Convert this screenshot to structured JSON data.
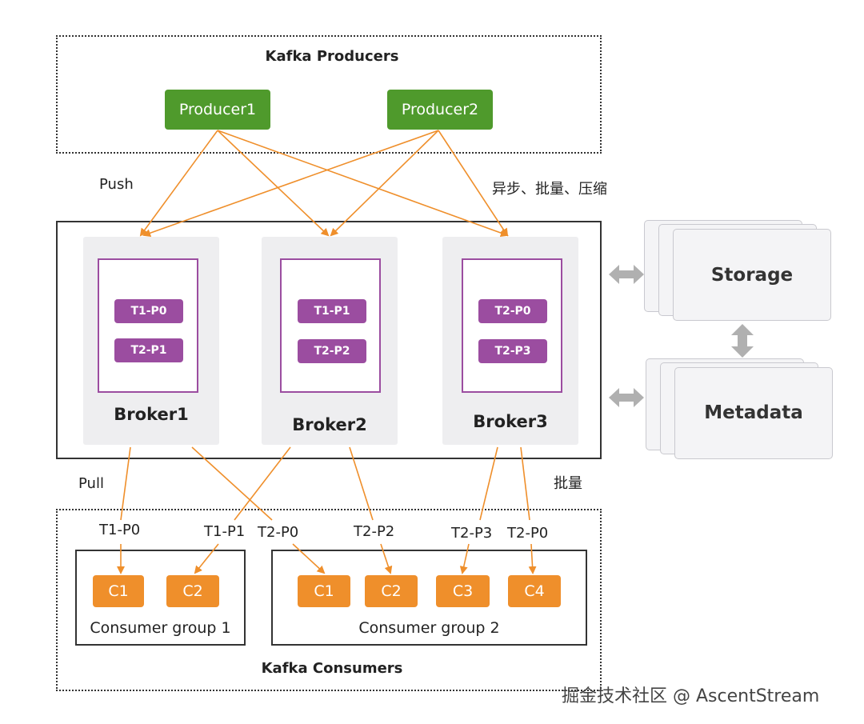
{
  "producers": {
    "title": "Kafka Producers",
    "items": [
      "Producer1",
      "Producer2"
    ],
    "color": "#4f9a2c"
  },
  "labels": {
    "push": "Push",
    "push_notes": "异步、批量、压缩",
    "pull": "Pull",
    "pull_notes": "批量"
  },
  "brokers": [
    {
      "name": "Broker1",
      "partitions": [
        "T1-P0",
        "T2-P1"
      ]
    },
    {
      "name": "Broker2",
      "partitions": [
        "T1-P1",
        "T2-P2"
      ]
    },
    {
      "name": "Broker3",
      "partitions": [
        "T2-P0",
        "T2-P3"
      ]
    }
  ],
  "side": {
    "storage": "Storage",
    "metadata": "Metadata"
  },
  "flows": [
    "T1-P0",
    "T1-P1",
    "T2-P0",
    "T2-P2",
    "T2-P3",
    "T2-P0"
  ],
  "consumers": {
    "title": "Kafka Consumers",
    "groups": [
      {
        "name": "Consumer group 1",
        "members": [
          "C1",
          "C2"
        ]
      },
      {
        "name": "Consumer group 2",
        "members": [
          "C1",
          "C2",
          "C3",
          "C4"
        ]
      }
    ],
    "color": "#ef8f2b"
  },
  "colors": {
    "partition": "#9b4da0",
    "arrow": "#ef8f2b",
    "side_arrow": "#b0b0b0"
  },
  "watermark": "掘金技术社区 @ AscentStream"
}
